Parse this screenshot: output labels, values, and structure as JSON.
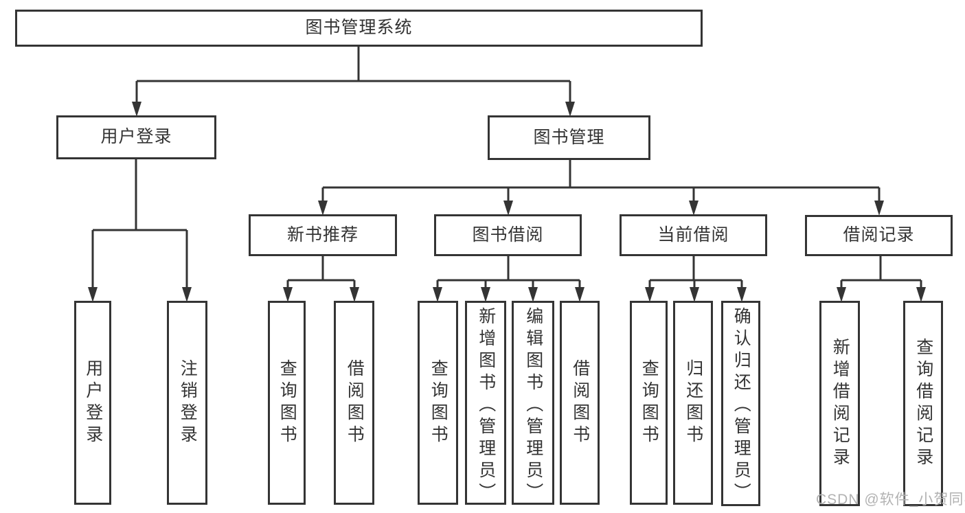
{
  "diagram": {
    "type": "tree",
    "colors": {
      "line": "#343434",
      "text": "#333333",
      "box_background": "#ffffff",
      "watermark": "#b2b2b2",
      "page_background": "#ffffff"
    },
    "tree": {
      "root": {
        "label": "图书管理系统"
      },
      "branches": [
        {
          "label": "用户登录",
          "children": [
            {
              "label": "用户登录"
            },
            {
              "label": "注销登录"
            }
          ]
        },
        {
          "label": "图书管理",
          "children": [
            {
              "label": "新书推荐",
              "children": [
                {
                  "label": "查询图书"
                },
                {
                  "label": "借阅图书"
                }
              ]
            },
            {
              "label": "图书借阅",
              "children": [
                {
                  "label": "查询图书"
                },
                {
                  "label": "新增图书（管理员）"
                },
                {
                  "label": "编辑图书（管理员）"
                },
                {
                  "label": "借阅图书"
                }
              ]
            },
            {
              "label": "当前借阅",
              "children": [
                {
                  "label": "查询图书"
                },
                {
                  "label": "归还图书"
                },
                {
                  "label": "确认归还（管理员）"
                }
              ]
            },
            {
              "label": "借阅记录",
              "children": [
                {
                  "label": "新增借阅记录"
                },
                {
                  "label": "查询借阅记录"
                }
              ]
            }
          ]
        }
      ]
    },
    "watermark": {
      "text": "CSDN @软件_小贺同学"
    }
  }
}
